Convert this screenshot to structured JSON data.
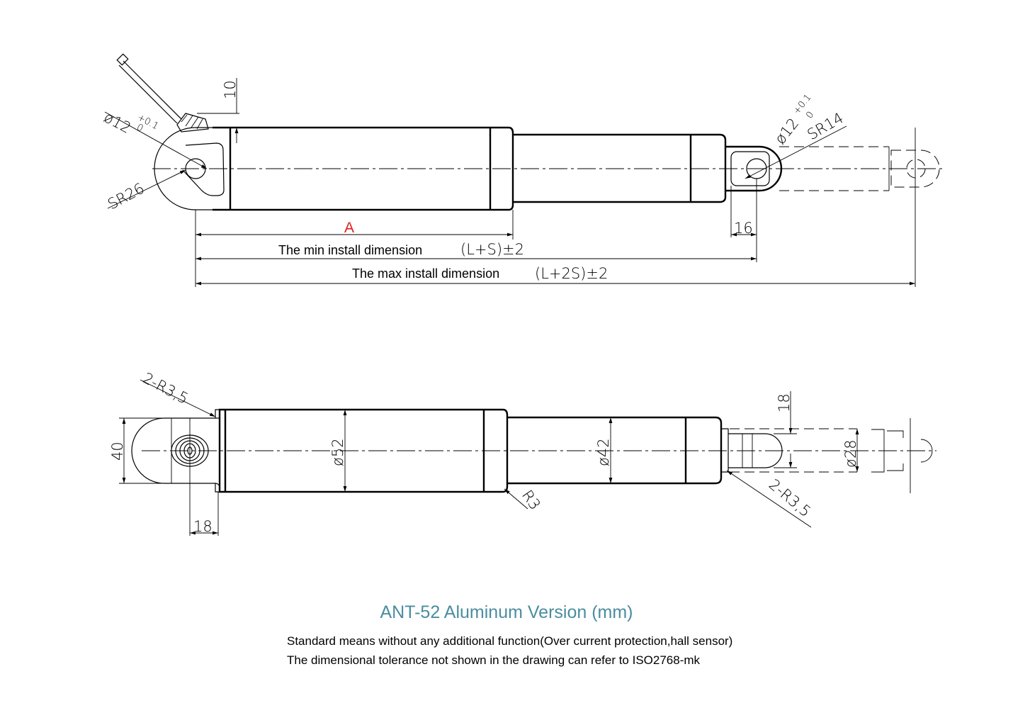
{
  "top_view": {
    "dim_hole_left": "ø12",
    "tol_plus": "+0.1",
    "tol_zero": "0",
    "dim_hole_right": "ø12",
    "dim_sr26": "SR26",
    "dim_sr14": "SR14",
    "dim_10": "10",
    "dim_16": "16",
    "dim_a": "A",
    "min_label": "The min install dimension",
    "min_formula": "(L+S)±2",
    "max_label": "The max install dimension",
    "max_formula": "(L+2S)±2"
  },
  "side_view": {
    "dim_2r35_left": "2-R3,5",
    "dim_2r35_right": "2-R3,5",
    "dim_40": "40",
    "dim_18_bottom": "18",
    "dim_52": "ø52",
    "dim_42": "ø42",
    "dim_r3": "R3",
    "dim_18_right": "18",
    "dim_28": "ø28"
  },
  "footer": {
    "title": "ANT-52  Aluminum Version (mm)",
    "note1": "Standard means without any additional function(Over current protection,hall sensor)",
    "note2": "The dimensional tolerance not shown in the drawing can refer to ISO2768-mk"
  },
  "colors": {
    "title": "#4a8da0",
    "dim_a": "#e0201c"
  }
}
